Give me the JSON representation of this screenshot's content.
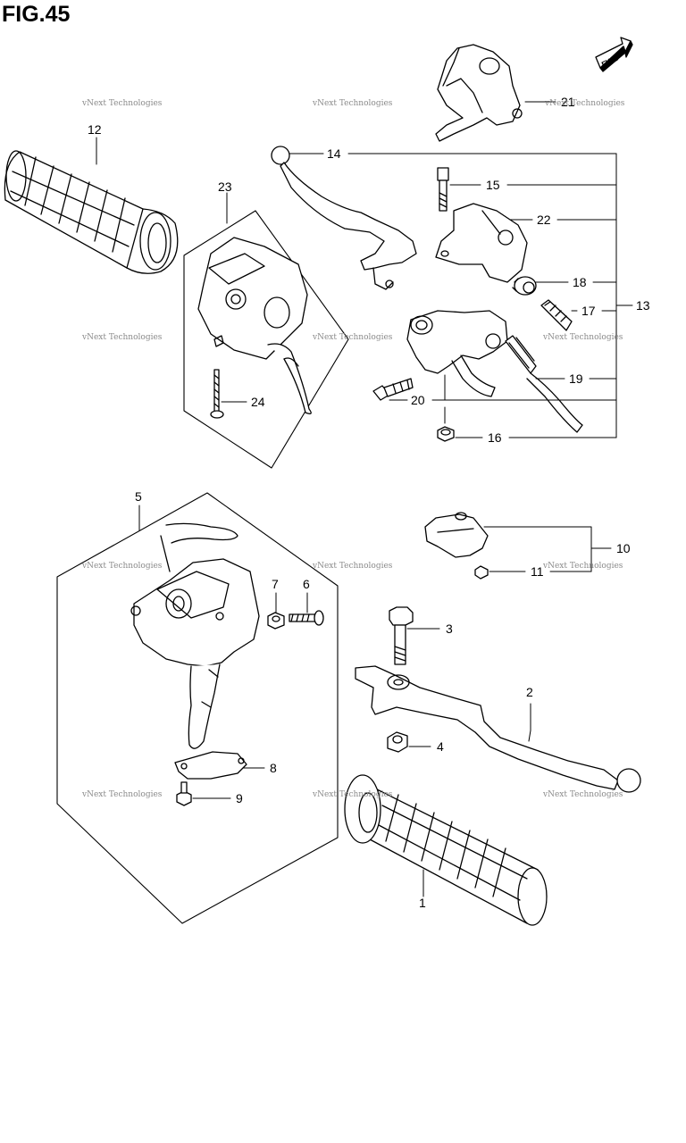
{
  "figure": {
    "title": "FIG.45",
    "fwd_label": "FWD"
  },
  "watermark": {
    "text": "vNext Technologies"
  },
  "callouts": {
    "c1": "1",
    "c2": "2",
    "c3": "3",
    "c4": "4",
    "c5": "5",
    "c6": "6",
    "c7": "7",
    "c8": "8",
    "c9": "9",
    "c10": "10",
    "c11": "11",
    "c12": "12",
    "c13": "13",
    "c14": "14",
    "c15": "15",
    "c16": "16",
    "c17": "17",
    "c18": "18",
    "c19": "19",
    "c20": "20",
    "c21": "21",
    "c22": "22",
    "c23": "23",
    "c24": "24"
  },
  "colors": {
    "line": "#000000",
    "watermark": "#8a8a8a"
  }
}
